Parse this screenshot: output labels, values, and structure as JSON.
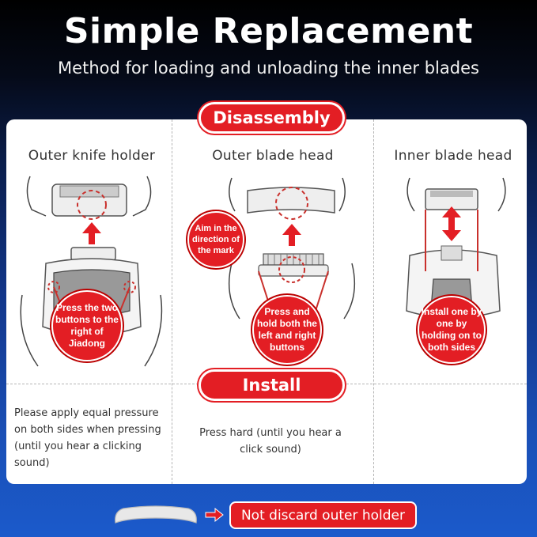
{
  "header": {
    "title": "Simple Replacement",
    "subtitle": "Method for loading and unloading the inner blades"
  },
  "sections": {
    "disassembly_label": "Disassembly",
    "install_label": "Install"
  },
  "columns": [
    {
      "title": "Outer knife holder",
      "callout": "Press the two buttons to the right of Jiadong",
      "install_note": "Please apply equal pressure on both sides when pressing (until you hear a clicking sound)"
    },
    {
      "title": "Outer blade head",
      "callout_top": "Aim in the direction of the mark",
      "callout": "Press and hold both the left and right buttons",
      "install_note": "Press hard (until you hear a click sound)"
    },
    {
      "title": "Inner blade head",
      "callout": "Install one by one by holding on to both sides"
    }
  ],
  "footer": {
    "note_label": "Not discard outer holder"
  },
  "colors": {
    "accent_red": "#e31e24",
    "panel_bg": "#ffffff"
  }
}
